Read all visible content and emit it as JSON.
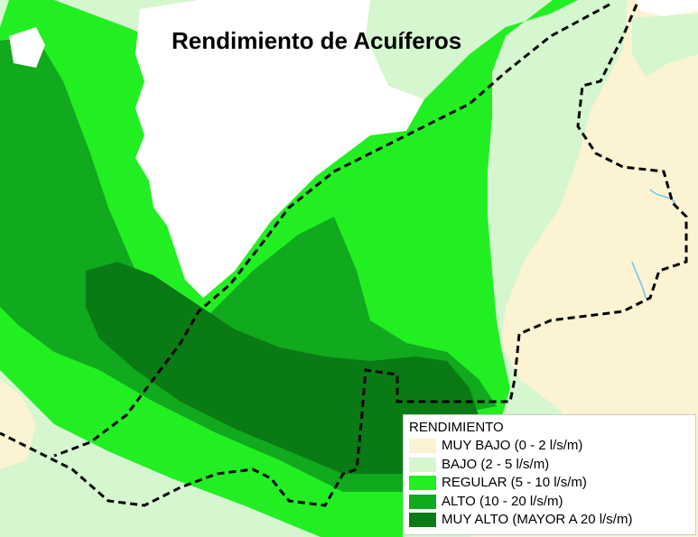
{
  "map": {
    "title": "Rendimiento de Acuíferos",
    "colors": {
      "background_white": "#ffffff",
      "river_blue": "#6ec6e8",
      "boundary_line": "#000000"
    }
  },
  "legend": {
    "title": "RENDIMIENTO",
    "items": [
      {
        "label": "MUY BAJO (0 - 2 l/s/m)",
        "color": "#fbf3d2"
      },
      {
        "label": "BAJO (2 - 5 l/s/m)",
        "color": "#d5f6cf"
      },
      {
        "label": "REGULAR (5 - 10 l/s/m)",
        "color": "#22ef22"
      },
      {
        "label": "ALTO (10 - 20 l/s/m)",
        "color": "#11a91d"
      },
      {
        "label": "MUY ALTO (MAYOR A 20 l/s/m)",
        "color": "#0a7a14"
      }
    ]
  }
}
